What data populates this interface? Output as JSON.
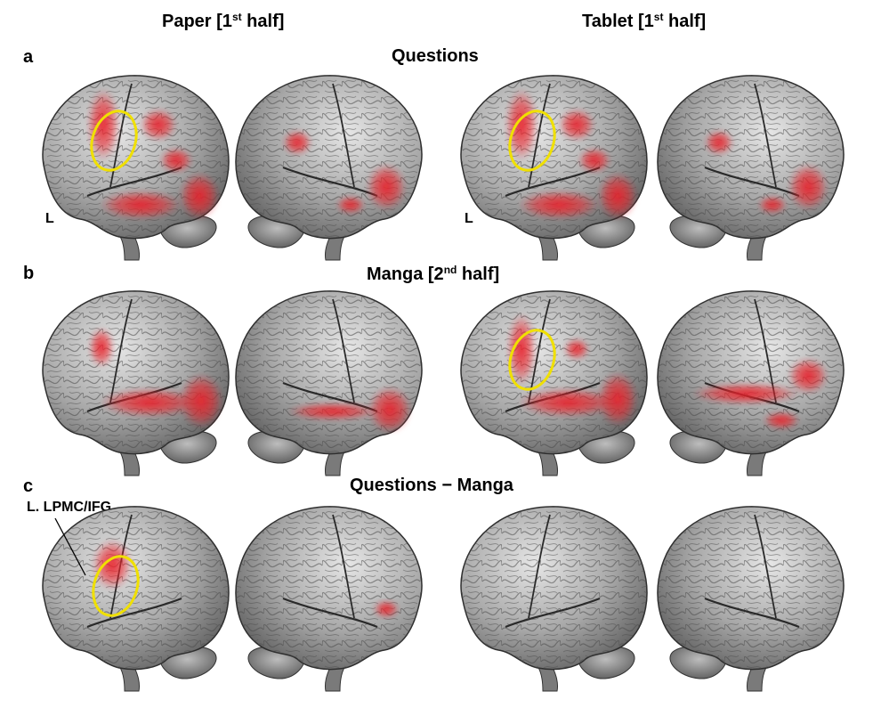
{
  "columns": {
    "paper": {
      "label": "Paper [1",
      "sup": "st",
      "suffix": " half]"
    },
    "tablet": {
      "label": "Tablet [1",
      "sup": "st",
      "suffix": " half]"
    }
  },
  "rows": {
    "a": {
      "letter": "a",
      "title": "Questions"
    },
    "b": {
      "letter": "b",
      "title_prefix": "Manga [2",
      "sup": "nd",
      "suffix": " half]"
    },
    "c": {
      "letter": "c",
      "title": "Questions − Manga"
    }
  },
  "hemisphere_label": "L",
  "callout_label": "L. LPMC/IFG",
  "colors": {
    "activation": "#e8222a",
    "highlight_ellipse": "#f0e000",
    "brain": "#9a9a9a"
  }
}
